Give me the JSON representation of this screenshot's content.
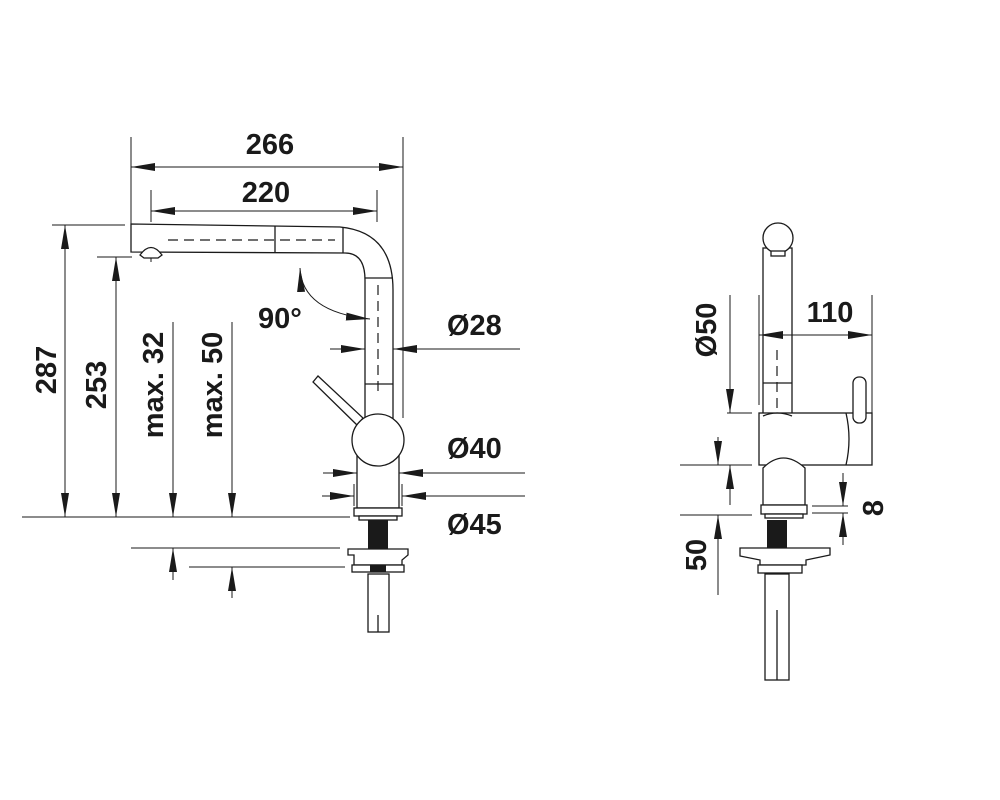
{
  "side_view": {
    "width_overall": "266",
    "spout_reach": "220",
    "angle": "90°",
    "spout_diameter": "Ø28",
    "body_diameter": "Ø40",
    "base_diameter": "Ø45",
    "height_overall": "287",
    "outlet_height": "253",
    "deck_max_32": "max. 32",
    "deck_max_50": "max. 50"
  },
  "front_view": {
    "lever_offset": "110",
    "body_diameter": "Ø50",
    "base_height": "50",
    "ring_height": "8"
  }
}
